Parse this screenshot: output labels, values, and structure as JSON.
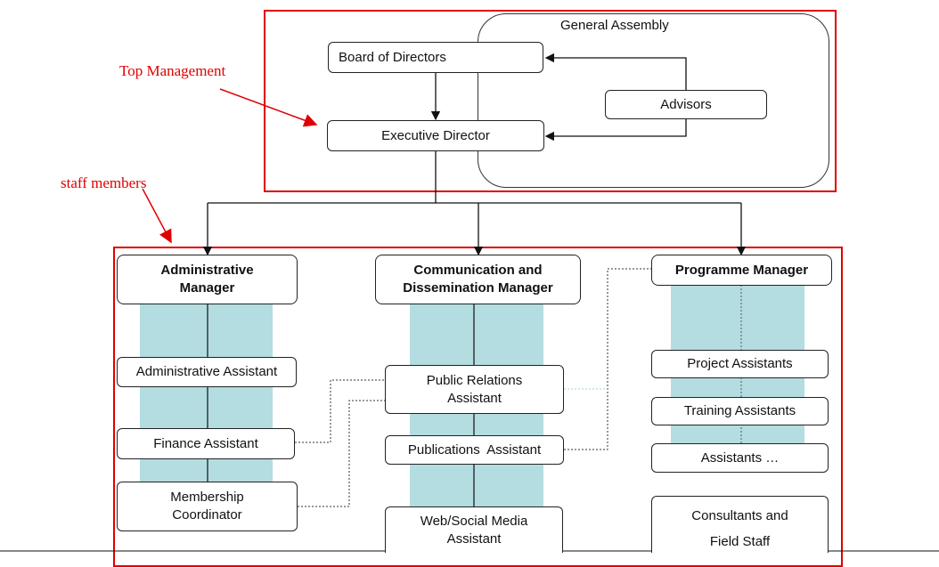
{
  "top_management_label": "Top Management",
  "staff_members_label": "staff members",
  "general_assembly": "General Assembly",
  "board_of_directors": "Board of Directors",
  "executive_director": "Executive Director",
  "advisors": "Advisors",
  "admin_manager": [
    "Administrative",
    "Manager"
  ],
  "comm_manager": [
    "Communication and",
    "Dissemination Manager"
  ],
  "programme_manager": "Programme Manager",
  "admin_assistant": "Administrative Assistant",
  "finance_assistant": "Finance Assistant",
  "membership_coordinator": [
    "Membership",
    "Coordinator"
  ],
  "pr_assistant": [
    "Public Relations",
    "Assistant"
  ],
  "publications_assistant": "Publications  Assistant",
  "web_social_assistant": [
    "Web/Social Media",
    "Assistant"
  ],
  "project_assistants": "Project Assistants",
  "training_assistants": "Training Assistants",
  "assistants_etc": "Assistants …",
  "consultants": [
    "Consultants and",
    "Field Staff"
  ],
  "colors": {
    "annotation": "#e00000",
    "band": "#b3dde0",
    "line": "#222222"
  }
}
